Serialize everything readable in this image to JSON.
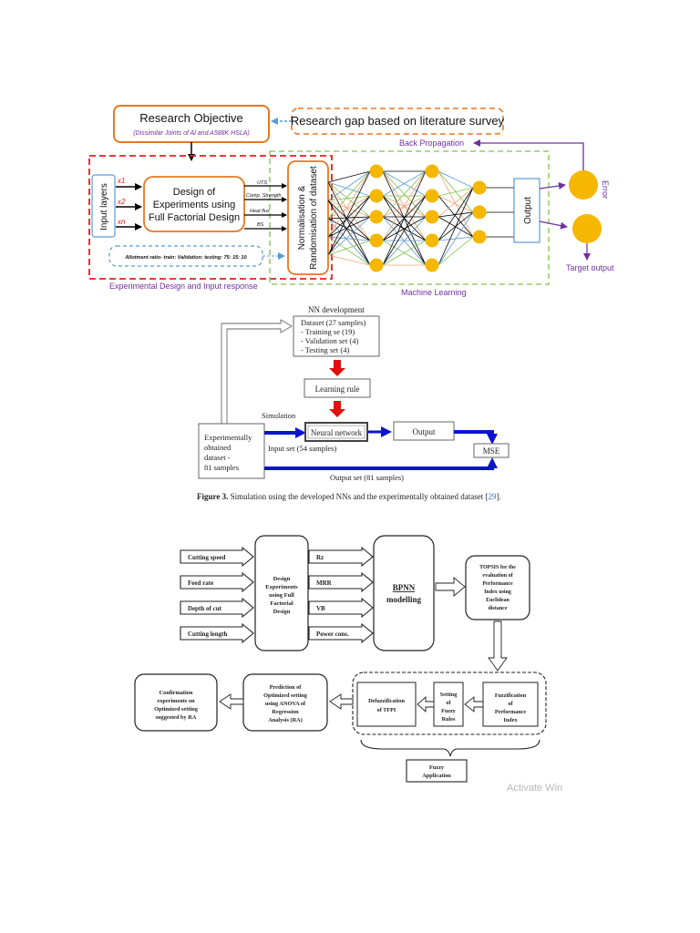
{
  "top": {
    "research_objective": "Research Objective",
    "research_objective_sub": "(Dissimilar Joints of Al and A588K HSLA)",
    "research_gap": "Research gap based on literature survey",
    "back_propagation": "Back Propagation",
    "input_layers": "Input layers",
    "x_labels": [
      "x1",
      "x2",
      "xn"
    ],
    "doe_lines": [
      "Design of",
      "Experiments using",
      "Full Factorial Design"
    ],
    "out_labels": [
      "UTS",
      "Comp. Strength",
      "Heat flux",
      "BS"
    ],
    "norm_lines": [
      "Normalisation &",
      "Randomisation of dataset"
    ],
    "allotment": "Allotment ratio- train: Validation: testing: 75: 15: 10",
    "output": "Output",
    "error": "Error",
    "target_output": "Target output",
    "experimental_design": "Experimental Design and Input response",
    "machine_learning": "Machine Learning"
  },
  "middle": {
    "nn_development": "NN development",
    "dataset_lines": [
      "Dataset (27 samples)",
      "- Training se (19)",
      "- Validation set (4)",
      "- Testing set (4)"
    ],
    "learning_rule": "Learning rule",
    "simulation": "Simulation",
    "experimental_lines": [
      "Experimentally",
      "obtained",
      "dataset -",
      "81 samples"
    ],
    "neural_network": "Neural network",
    "output": "Output",
    "input_set": "Input set (54 samples)",
    "mse": "MSE",
    "output_set": "Output set (81 samples)",
    "caption_bold": "Figure 3.",
    "caption_text": " Simulation using the developed NNs and the experimentally obtained dataset [",
    "caption_ref": "29",
    "caption_end": "]."
  },
  "bottom": {
    "inputs": [
      "Cutting speed",
      "Feed rate",
      "Depth of cut",
      "Cutting length"
    ],
    "doe_lines": [
      "Design",
      "Experiments",
      "using Full",
      "Factorial",
      "Design"
    ],
    "responses": [
      "Rz",
      "MRR",
      "VB",
      "Power cons."
    ],
    "bpnn_lines": [
      "BPNN",
      "modelling"
    ],
    "topsis_lines": [
      "TOPSIS for the",
      "evaluation of",
      "Performance",
      "Index using",
      "Euclidean",
      "distance"
    ],
    "fuzzification_lines": [
      "Fuzzification",
      "of",
      "Performance",
      "Index"
    ],
    "rules_lines": [
      "Setting",
      "of",
      "Fuzzy",
      "Rules"
    ],
    "defuzz_lines": [
      "Defuzzification",
      "of TFPI"
    ],
    "prediction_lines": [
      "Prediction of",
      "Optimized setting",
      "using ANOVA of",
      "Regression",
      "Analysis (RA)"
    ],
    "confirmation_lines": [
      "Confirmation",
      "experiments on",
      "Optimized setting",
      "suggested by  RA"
    ],
    "fuzzy_app_lines": [
      "Fuzzy",
      "Application"
    ],
    "watermark": "Activate Win"
  },
  "colors": {
    "orange": "#e87722",
    "red_dash": "#e02020",
    "green_dash": "#7dc24b",
    "purple": "#7030a0",
    "blue_dash": "#5b9bd5",
    "node": "#f5b700",
    "arrow_blue": "#0a14d0",
    "arrow_red": "#e01010"
  }
}
